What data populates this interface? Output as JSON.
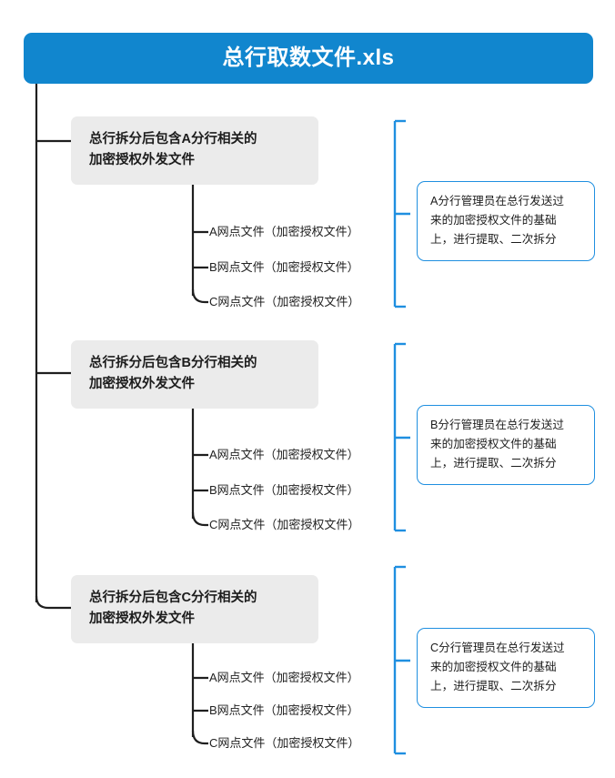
{
  "diagram": {
    "type": "tree-diagram",
    "title": "总行取数文件.xls",
    "colors": {
      "banner_blue": "#1186ce",
      "note_border_blue": "#1f8fe0",
      "bracket_blue": "#1f8fe0",
      "group_box_gray": "#ebebeb",
      "connector_black": "#1f1f1f",
      "page_background": "#ffffff"
    },
    "branches": [
      {
        "id": "a",
        "group_label": "总行拆分后包含A分行相关的\n加密授权外发文件",
        "leaves": [
          "A网点文件（加密授权文件）",
          "B网点文件（加密授权文件）",
          "C网点文件（加密授权文件）"
        ],
        "note": "A分行管理员在总行发送过\n来的加密授权文件的基础\n上，进行提取、二次拆分"
      },
      {
        "id": "b",
        "group_label": "总行拆分后包含B分行相关的\n加密授权外发文件",
        "leaves": [
          "A网点文件（加密授权文件）",
          "B网点文件（加密授权文件）",
          "C网点文件（加密授权文件）"
        ],
        "note": "B分行管理员在总行发送过\n来的加密授权文件的基础\n上，进行提取、二次拆分"
      },
      {
        "id": "c",
        "group_label": "总行拆分后包含C分行相关的\n加密授权外发文件",
        "leaves": [
          "A网点文件（加密授权文件）",
          "B网点文件（加密授权文件）",
          "C网点文件（加密授权文件）"
        ],
        "note": "C分行管理员在总行发送过\n来的加密授权文件的基础\n上，进行提取、二次拆分"
      }
    ]
  }
}
